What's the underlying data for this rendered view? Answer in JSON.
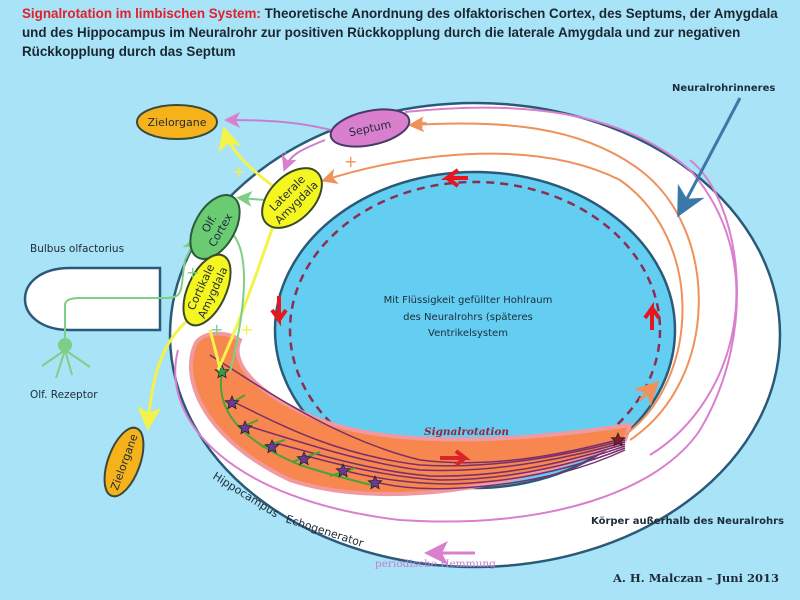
{
  "title": {
    "highlight": "Signalrotation im limbischen System:",
    "text": " Theoretische Anordnung des olfaktorischen Cortex, des Septums, der Amygdala und des Hippocampus im Neuralrohr zur positiven Rückkopplung durch die laterale Amygdala und zur negativen Rückkopplung durch das Septum"
  },
  "labels": {
    "neuralrohrinneres": "Neuralrohrinneres",
    "bulbus": "Bulbus olfactorius",
    "rezeptor": "Olf. Rezeptor",
    "hohlraum_1": "Mit Flüssigkeit gefüllter Hohlraum",
    "hohlraum_2": "des Neuralrohrs (späteres",
    "hohlraum_3": "Ventrikelsystem",
    "signalrotation": "Signalrotation",
    "hippocampus": "Hippocampus",
    "echogenerator": "Echogenerator",
    "koerper": "Körper außerhalb des Neuralrohrs",
    "hemmung": "periodische Hemmung",
    "author": "A. H. Malczan – Juni 2013"
  },
  "nodes": {
    "zielorgane_top": "Zielorgane",
    "septum": "Septum",
    "laterale_1": "Laterale",
    "laterale_2": "Amygdala",
    "olf_1": "Olf.",
    "olf_2": "Cortex",
    "cortikale_1": "Cortikale",
    "cortikale_2": "Amygdala",
    "zielorgane_bottom": "Zielorgane"
  },
  "signs": {
    "plus": "+",
    "minus": "-"
  },
  "colors": {
    "background": "#a9e3f7",
    "cavity": "#63cdf2",
    "outline": "#2b5a78",
    "hippocampus": "#f7874e",
    "zielorgane": "#f5b21b",
    "septum": "#d97fce",
    "amygdala": "#f5f51f",
    "cortex": "#6acb72",
    "signal_red": "#e8151d",
    "dashed": "#8c2d52"
  }
}
